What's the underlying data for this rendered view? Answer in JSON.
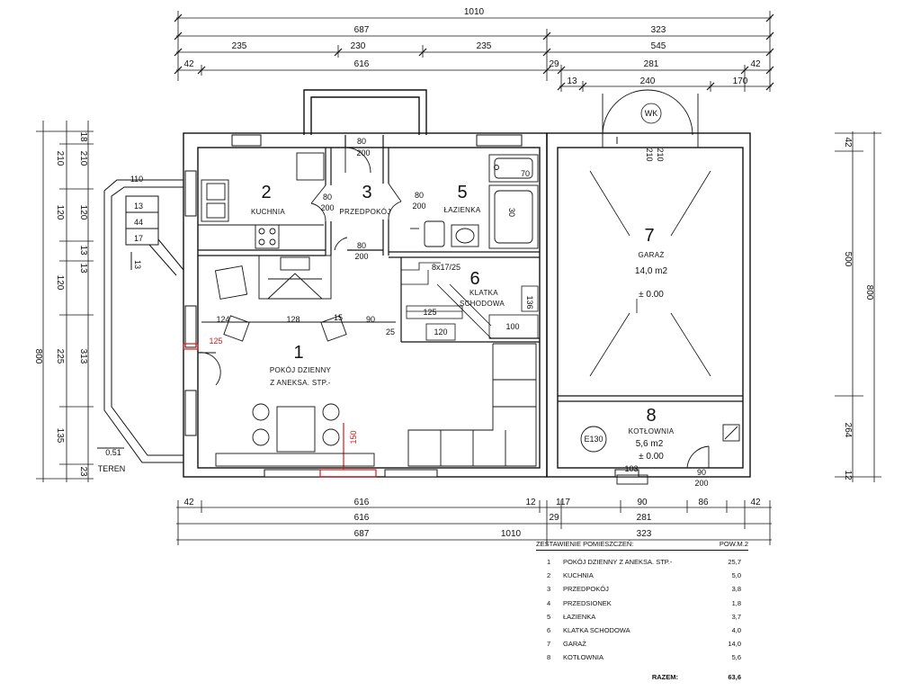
{
  "dims_top": {
    "total": "1010",
    "row2": [
      "687",
      "323"
    ],
    "row3": [
      "235",
      "230",
      "235",
      "545"
    ],
    "row4": [
      "42",
      "616",
      "29",
      "281",
      "42"
    ],
    "row5": [
      "13",
      "240",
      "170"
    ]
  },
  "dims_bottom": {
    "row1": [
      "42",
      "616",
      "12",
      "117",
      "90",
      "86",
      "42"
    ],
    "row2": [
      "616",
      "29",
      "281"
    ],
    "row3": [
      "687",
      "1010",
      "323"
    ]
  },
  "dims_left": [
    "18",
    "210",
    "120",
    "13",
    "13",
    "120",
    "313",
    "225",
    "135",
    "23",
    "800"
  ],
  "dims_right": [
    "42",
    "500",
    "800",
    "264",
    "12"
  ],
  "rooms": [
    {
      "num": "1",
      "name": "POKÓJ DZIENNY",
      "name2": "Z ANEKSA. STP.-"
    },
    {
      "num": "2",
      "name": "KUCHNIA"
    },
    {
      "num": "3",
      "name": "PRZEDPOKÓJ"
    },
    {
      "num": "5",
      "name": "ŁAZIENKA"
    },
    {
      "num": "6",
      "name": "KLATKA",
      "name2": "SCHODOWA"
    },
    {
      "num": "7",
      "name": "GARAŻ",
      "area": "14,0  m2",
      "level": "± 0.00"
    },
    {
      "num": "8",
      "name": "KOTŁOWNIA",
      "area": "5,6  m2",
      "level": "± 0.00"
    }
  ],
  "labels": {
    "door_80": "80",
    "door_200": "200",
    "wk": "WK",
    "wk_210a": "210",
    "wk_210b": "210",
    "bath_70": "70",
    "bath_30": "30",
    "stairs": "8x17/25",
    "st_136": "136",
    "st_125": "125",
    "st_120": "120",
    "st_100": "100",
    "st_25": "25",
    "living_124": "124",
    "living_128": "128",
    "living_15": "15",
    "living_90": "90",
    "red_125": "125",
    "red_150": "150",
    "e130": "E130",
    "boiler_103": "103",
    "boiler_90": "90",
    "boiler_200": "200",
    "terrace_110": "110",
    "terrace_13": "13",
    "terrace_44": "44",
    "terrace_17": "17",
    "terrace_13b": "13",
    "level_051": "0.51",
    "teren": "TEREN"
  },
  "schedule": {
    "title": "ZESTAWIENIE POMIESZCZEŃ:",
    "col_area": "POW.M.2",
    "rows": [
      {
        "no": "1",
        "name": "POKÓJ DZIENNY Z ANEKSA. STP.-",
        "area": "25,7"
      },
      {
        "no": "2",
        "name": "KUCHNIA",
        "area": "5,0"
      },
      {
        "no": "3",
        "name": "PRZEDPOKÓJ",
        "area": "3,8"
      },
      {
        "no": "4",
        "name": "PRZEDSIONEK",
        "area": "1,8"
      },
      {
        "no": "5",
        "name": "ŁAZIENKA",
        "area": "3,7"
      },
      {
        "no": "6",
        "name": "KLATKA SCHODOWA",
        "area": "4,0"
      },
      {
        "no": "7",
        "name": "GARAŻ",
        "area": "14,0"
      },
      {
        "no": "8",
        "name": "KOTŁOWNIA",
        "area": "5,6"
      }
    ],
    "total_label": "RAZEM:",
    "total_value": "63,6"
  }
}
